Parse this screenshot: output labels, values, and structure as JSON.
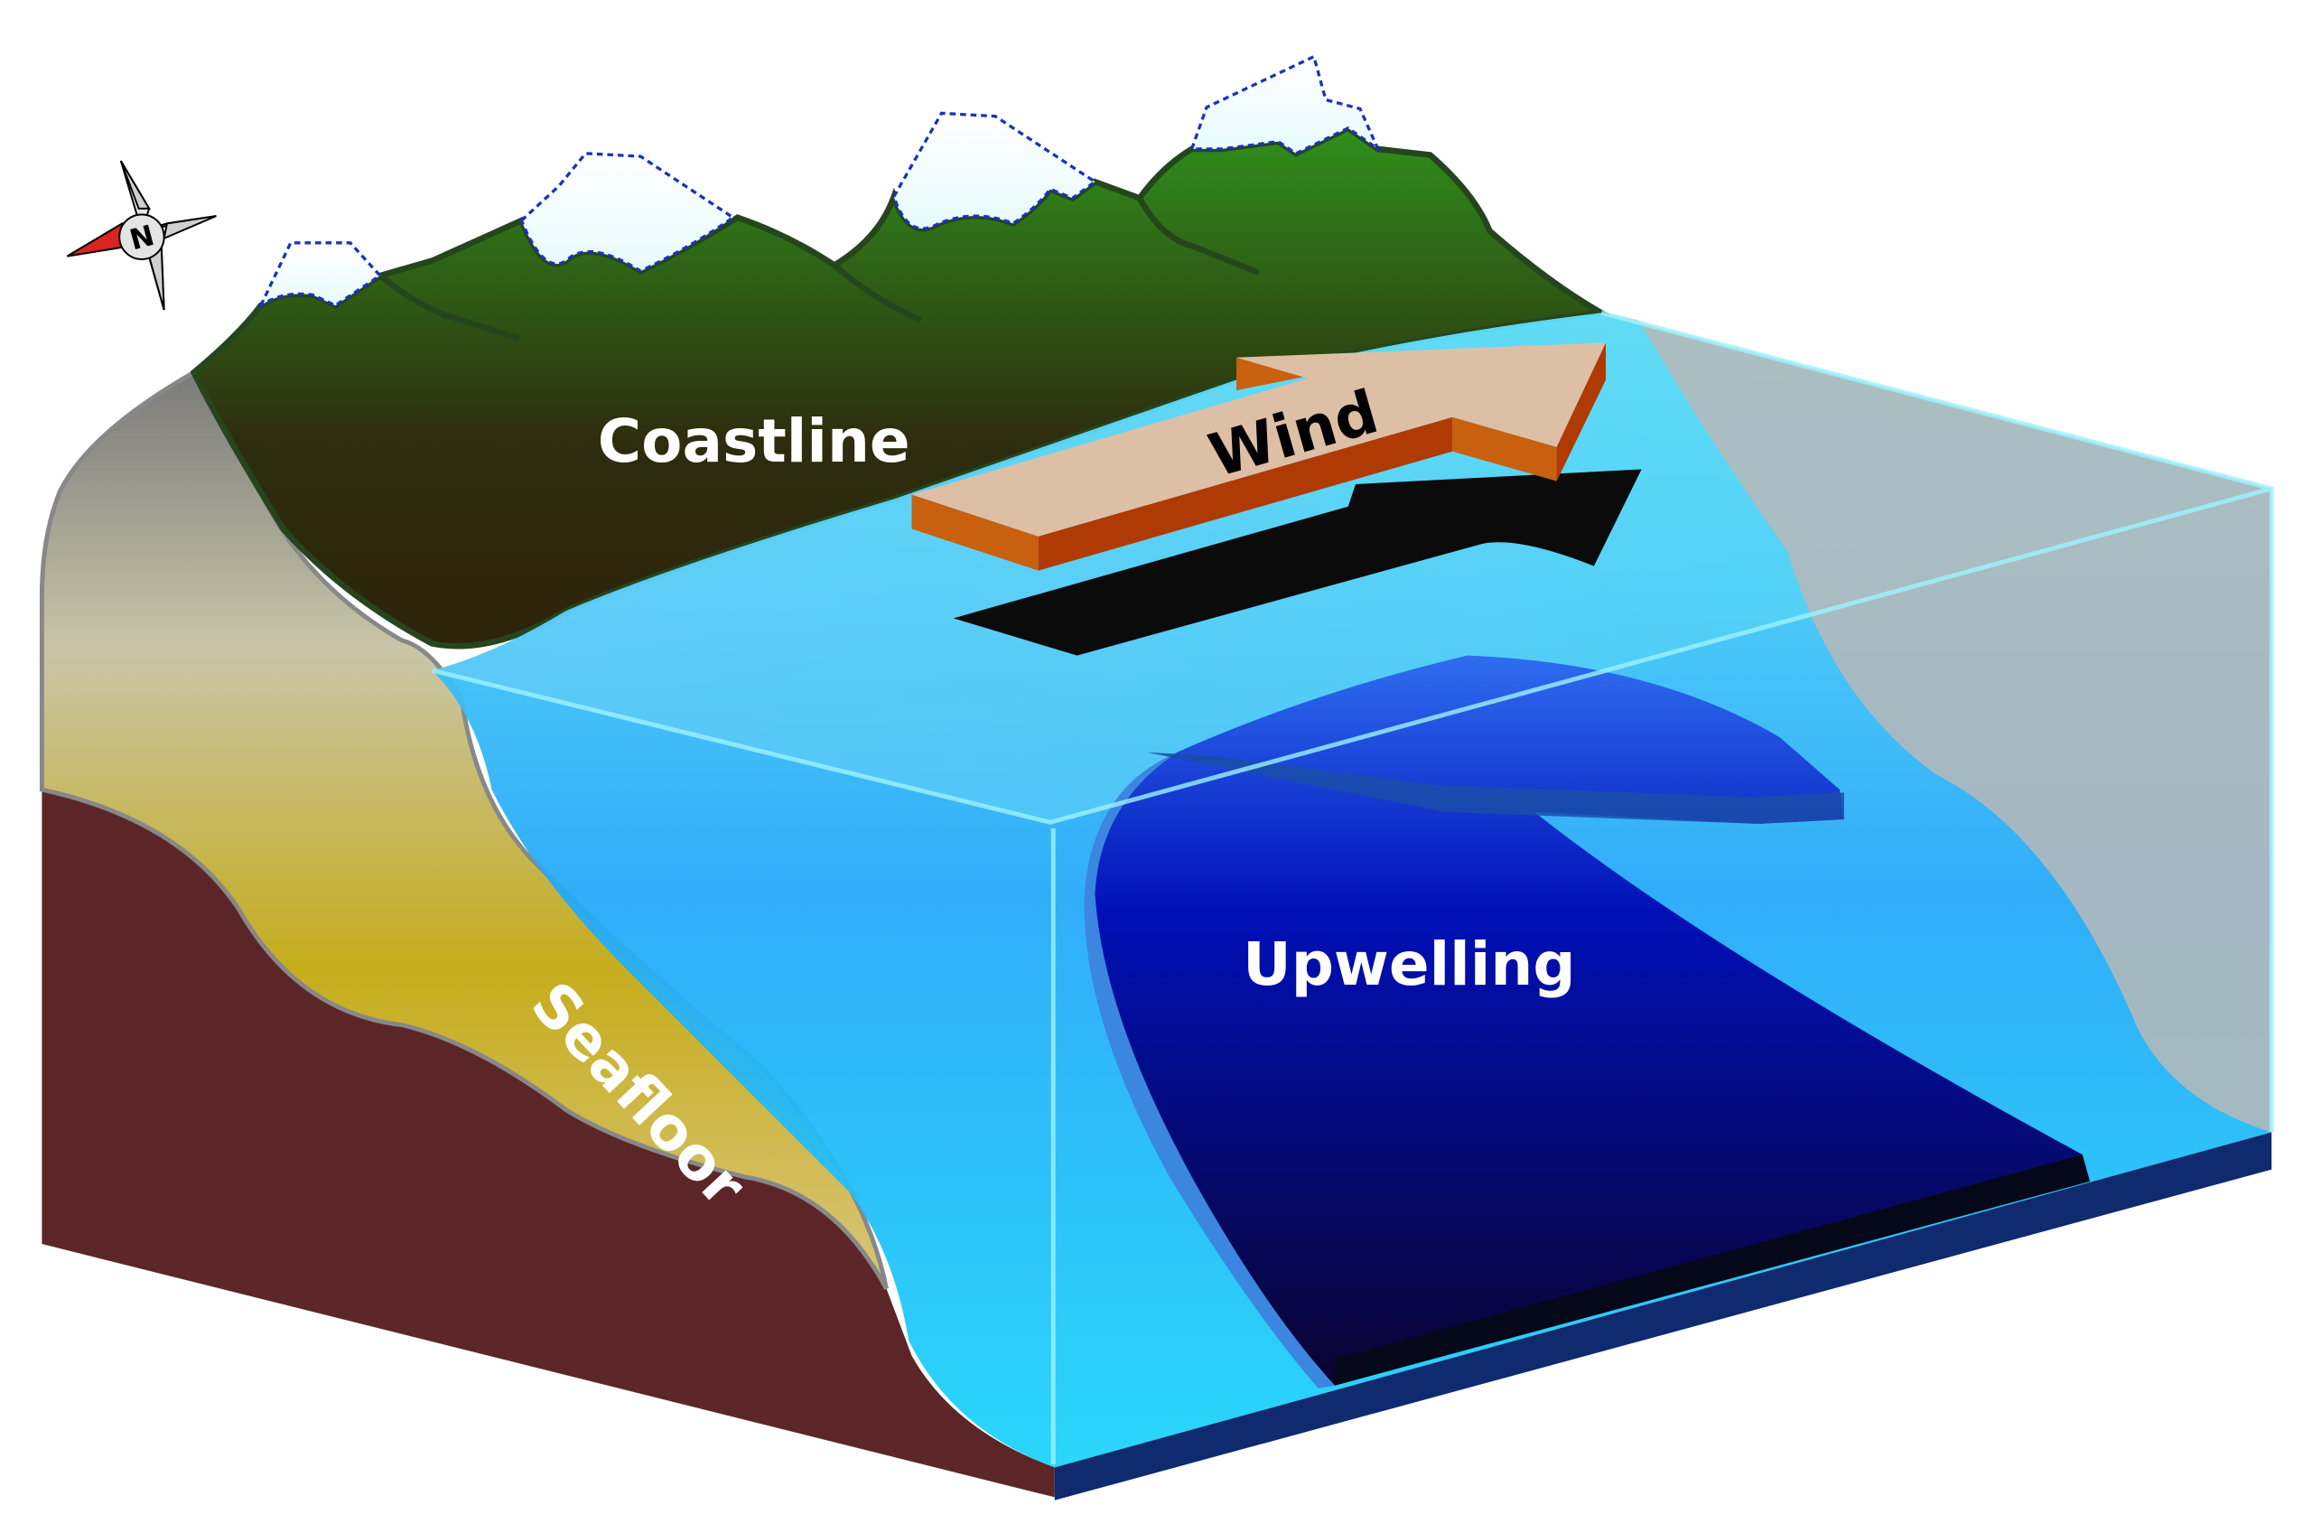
{
  "labels": {
    "coastline": "Coastline",
    "wind": "Wind",
    "upwelling": "Upwelling",
    "seafloor": "Seafloor",
    "compass_north": "N"
  },
  "colors": {
    "land_top": "#2f8a1e",
    "land_bottom": "#2e250c",
    "water": "#29b6f6",
    "deep_water": "#0a0a5a",
    "seafloor": "#5c2628",
    "sediment": "#c8ae1f",
    "wind_arrow": "#ddbfa6",
    "wind_side": "#c9600f",
    "compass_red": "#ff0000"
  }
}
